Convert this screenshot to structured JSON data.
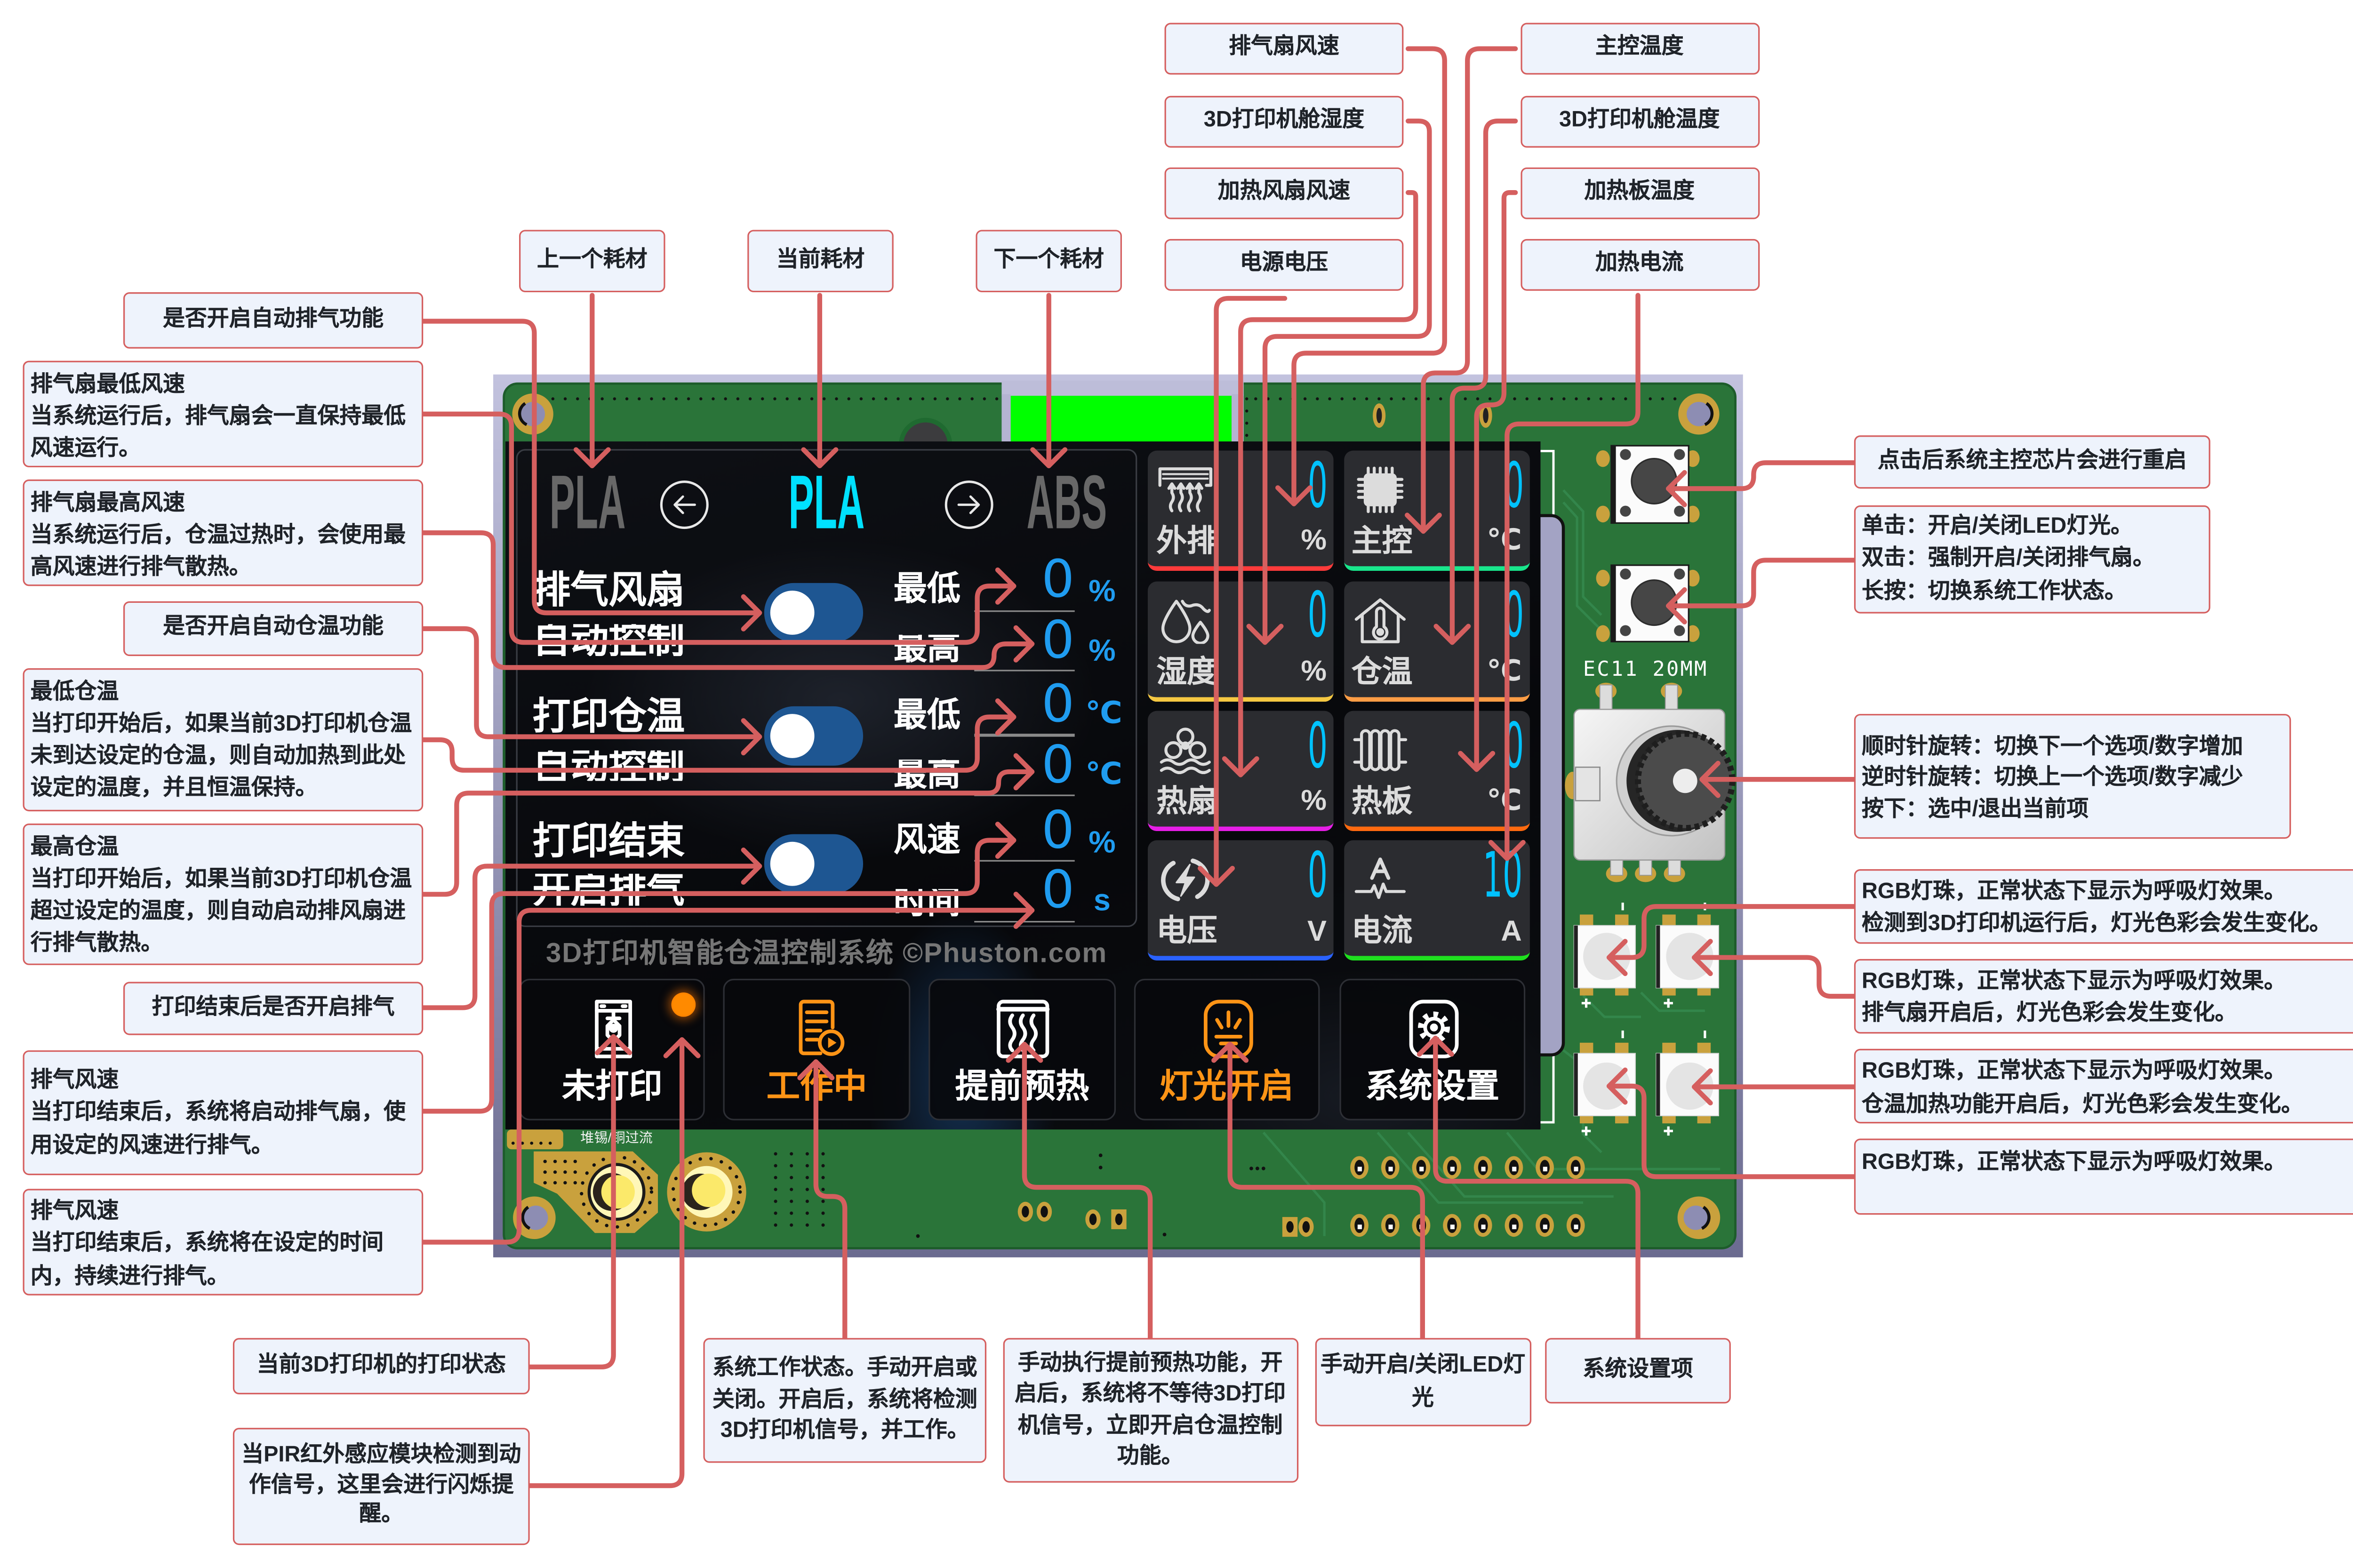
{
  "callouts": {
    "top": {
      "prev_material": "上一个耗材",
      "current_material": "当前耗材",
      "next_material": "下一个耗材",
      "exhaust_fan_speed": "排气扇风速",
      "chamber_humidity": "3D打印机舱湿度",
      "heater_fan_speed": "加热风扇风速",
      "supply_voltage": "电源电压",
      "mcu_temperature": "主控温度",
      "chamber_temperature": "3D打印机舱温度",
      "heater_plate_temperature": "加热板温度",
      "heater_current": "加热电流"
    },
    "left": {
      "auto_exhaust": "是否开启自动排气功能",
      "exhaust_min_speed": {
        "title": "排气扇最低风速",
        "desc": "当系统运行后，排气扇会一直保持最低风速运行。"
      },
      "exhaust_max_speed": {
        "title": "排气扇最高风速",
        "desc": "当系统运行后，仓温过热时，会使用最高风速进行排气散热。"
      },
      "auto_chamber_temp": "是否开启自动仓温功能",
      "chamber_min_temp": {
        "title": "最低仓温",
        "desc": "当打印开始后，如果当前3D打印机仓温未到达设定的仓温，则自动加热到此处设定的温度，并且恒温保持。"
      },
      "chamber_max_temp": {
        "title": "最高仓温",
        "desc": "当打印开始后，如果当前3D打印机仓温超过设定的温度，则自动启动排风扇进行排气散热。"
      },
      "post_print_exhaust": "打印结束后是否开启排气",
      "post_exhaust_speed": {
        "title": "排气风速",
        "desc": "当打印结束后，系统将启动排气扇，使用设定的风速进行排气。"
      },
      "post_exhaust_time": {
        "title": "排气风速",
        "desc": "当打印结束后，系统将在设定的时间内，持续进行排气。"
      }
    },
    "right": {
      "reset_button": "点击后系统主控芯片会进行重启",
      "multi_button": [
        "单击：开启/关闭LED灯光。",
        "双击：强制开启/关闭排气扇。",
        "长按：切换系统工作状态。"
      ],
      "encoder": [
        "顺时针旋转：切换下一个选项/数字增加",
        "逆时针旋转：切换上一个选项/数字减少",
        "按下：选中/退出当前项"
      ],
      "rgb_led_1": [
        "RGB灯珠，正常状态下显示为呼吸灯效果。",
        "检测到3D打印机运行后，灯光色彩会发生变化。"
      ],
      "rgb_led_2": [
        "RGB灯珠，正常状态下显示为呼吸灯效果。",
        "排气扇开启后，灯光色彩会发生变化。"
      ],
      "rgb_led_3": [
        "RGB灯珠，正常状态下显示为呼吸灯效果。",
        "仓温加热功能开启后，灯光色彩会发生变化。"
      ],
      "rgb_led_4": [
        "RGB灯珠，正常状态下显示为呼吸灯效果。"
      ]
    },
    "bottom": {
      "print_status": "当前3D打印机的打印状态",
      "pir_indicator": "当PIR红外感应模块检测到动作信号，这里会进行闪烁提醒。",
      "work_state": "系统工作状态。手动开启或关闭。开启后，系统将检测3D打印机信号，并工作。",
      "preheat": "手动执行提前预热功能，开启后，系统将不等待3D打印机信号，立即开启仓温控制功能。",
      "light_toggle": "手动开启/关闭LED灯光",
      "settings": "系统设置项"
    }
  },
  "screen": {
    "material_selector": {
      "previous": "PLA",
      "current": "PLA",
      "next": "ABS",
      "prev_icon": "arrow-left-circle-icon",
      "next_icon": "arrow-right-circle-icon",
      "current_color": "#00e1ff",
      "inactive_color": "#686868"
    },
    "control_rows": [
      {
        "title_line1": "排气风扇",
        "title_line2": "自动控制",
        "toggle_on": false,
        "fields": [
          {
            "label": "最低",
            "value": "0",
            "unit": "%"
          },
          {
            "label": "最高",
            "value": "0",
            "unit": "%"
          }
        ]
      },
      {
        "title_line1": "打印仓温",
        "title_line2": "自动控制",
        "toggle_on": false,
        "fields": [
          {
            "label": "最低",
            "value": "0",
            "unit": "℃"
          },
          {
            "label": "最高",
            "value": "0",
            "unit": "℃"
          }
        ]
      },
      {
        "title_line1": "打印结束",
        "title_line2": "开启排气",
        "toggle_on": false,
        "fields": [
          {
            "label": "风速",
            "value": "0",
            "unit": "%"
          },
          {
            "label": "时间",
            "value": "0",
            "unit": "s"
          }
        ]
      }
    ],
    "footer": "3D打印机智能仓温控制系统 ©Phuston.com",
    "sensor_tiles": [
      {
        "label": "外排",
        "value": "0",
        "unit": "%",
        "icon": "exhaust-vent-icon",
        "accent": "#ff3b3b"
      },
      {
        "label": "主控",
        "value": "0",
        "unit": "℃",
        "icon": "chip-icon",
        "accent": "#19e68c"
      },
      {
        "label": "湿度",
        "value": "0",
        "unit": "%",
        "icon": "humidity-drops-icon",
        "accent": "#f5c842"
      },
      {
        "label": "仓温",
        "value": "0",
        "unit": "℃",
        "icon": "house-thermometer-icon",
        "accent": "#ff9d45"
      },
      {
        "label": "热扇",
        "value": "0",
        "unit": "%",
        "icon": "heater-fan-icon",
        "accent": "#e61ee6"
      },
      {
        "label": "热板",
        "value": "0",
        "unit": "℃",
        "icon": "radiator-icon",
        "accent": "#ff6a10"
      },
      {
        "label": "电压",
        "value": "0",
        "unit": "V",
        "icon": "voltage-bolt-icon",
        "accent": "#2a62ff"
      },
      {
        "label": "电流",
        "value": "10",
        "unit": "A",
        "icon": "current-wave-icon",
        "accent": "#1fe01f"
      }
    ],
    "action_buttons": [
      {
        "label": "未打印",
        "icon": "printer-icon",
        "color": "#ffffff"
      },
      {
        "label": "工作中",
        "icon": "task-play-icon",
        "color": "#ff9416"
      },
      {
        "label": "提前预热",
        "icon": "heat-waves-icon",
        "color": "#ffffff"
      },
      {
        "label": "灯光开启",
        "icon": "light-icon",
        "color": "#ff9416"
      },
      {
        "label": "系统设置",
        "icon": "gear-icon",
        "color": "#ffffff"
      }
    ],
    "pir_indicator": {
      "active": true,
      "color": "#ff8a00"
    }
  },
  "pcb": {
    "encoder_silkscreen": "EC11 20MM",
    "pad_silkscreen": "堆锡/铜过流"
  },
  "theme": {
    "callout_border": "#d55f5f",
    "callout_fill": "#eef3fc",
    "connector": "#d55f5f",
    "value_blue": "#1f9cf0",
    "tile_value": "#00c2ff",
    "active_orange": "#ff9416",
    "pcb_green": "#2a7439"
  }
}
